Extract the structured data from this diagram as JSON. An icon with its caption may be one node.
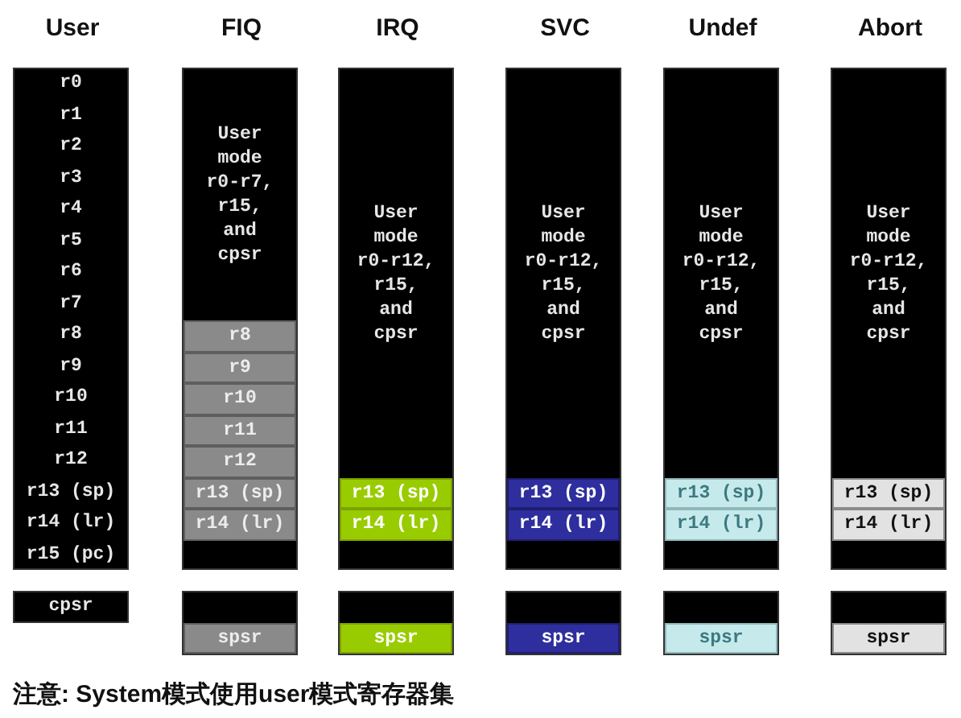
{
  "diagram": {
    "nodes": [
      {
        "text": [
          "User"
        ]
      },
      {
        "text": [
          "r0"
        ],
        "in": 0
      },
      {
        "text": [
          "r1"
        ],
        "in": 0
      },
      {
        "text": [
          "r2"
        ],
        "in": 0
      },
      {
        "text": [
          "r3"
        ],
        "in": 0
      },
      {
        "text": [
          "r4"
        ],
        "in": 0
      },
      {
        "text": [
          "r5"
        ],
        "in": 0
      },
      {
        "text": [
          "r6"
        ],
        "in": 0
      },
      {
        "text": [
          "r7"
        ],
        "in": 0
      },
      {
        "text": [
          "r8"
        ],
        "in": 0
      },
      {
        "text": [
          "r9"
        ],
        "in": 0
      },
      {
        "text": [
          "r10"
        ],
        "in": 0
      },
      {
        "text": [
          "r11"
        ],
        "in": 0
      },
      {
        "text": [
          "r12"
        ],
        "in": 0
      },
      {
        "text": [
          "r13 (sp)"
        ],
        "in": 0
      },
      {
        "text": [
          "r14 (lr)"
        ],
        "in": 0
      },
      {
        "text": [
          "r15 (pc)"
        ],
        "in": 0
      },
      {
        "text": [
          "FIQ",
          "User mode r0-r7, r15, and cpsr"
        ]
      },
      {
        "text": [
          "r8"
        ],
        "in": 17
      },
      {
        "text": [
          "r9"
        ],
        "in": 17
      },
      {
        "text": [
          "r10"
        ],
        "in": 17
      },
      {
        "text": [
          "r11"
        ],
        "in": 17
      },
      {
        "text": [
          "r12"
        ],
        "in": 17
      },
      {
        "text": [
          "r13 (sp)"
        ],
        "in": 17
      },
      {
        "text": [
          "r14 (lr)"
        ],
        "in": 17
      },
      {
        "text": [
          "IRQ",
          "User mode r0-r12, r15, and cpsr"
        ]
      },
      {
        "text": [
          "r13 (sp)"
        ],
        "in": 25
      },
      {
        "text": [
          "r14 (lr)"
        ],
        "in": 25
      },
      {
        "text": [
          "SVC",
          "User mode r0-r12, r15, and cpsr"
        ]
      },
      {
        "text": [
          "r13 (sp)"
        ],
        "in": 28
      },
      {
        "text": [
          "r14 (lr)"
        ],
        "in": 28
      },
      {
        "text": [
          "Undef",
          "User mode r0-r12, r15, and cpsr"
        ]
      },
      {
        "text": [
          "r13 (sp)"
        ],
        "in": 31
      },
      {
        "text": [
          "r14 (lr)"
        ],
        "in": 31
      },
      {
        "text": [
          "Abort",
          "User mode r0-r12, r15, and cpsr"
        ]
      },
      {
        "text": [
          "r13 (sp)"
        ],
        "in": 34
      },
      {
        "text": [
          "r14 (lr)"
        ],
        "in": 34
      },
      {
        "text": [
          "cpsr"
        ]
      },
      {
        "text": [],
        "shape": "box"
      },
      {
        "text": [
          "spsr"
        ],
        "in": 38
      },
      {
        "text": [],
        "shape": "box"
      },
      {
        "text": [
          "spsr"
        ],
        "in": 40
      },
      {
        "text": [],
        "shape": "box"
      },
      {
        "text": [
          "spsr"
        ],
        "in": 42
      },
      {
        "text": [],
        "shape": "box"
      },
      {
        "text": [
          "spsr"
        ],
        "in": 44
      },
      {
        "text": [],
        "shape": "box"
      },
      {
        "text": [
          "spsr"
        ],
        "in": 46
      }
    ],
    "labels": [
      "注意: System模式使用user模式寄存器集"
    ]
  }
}
